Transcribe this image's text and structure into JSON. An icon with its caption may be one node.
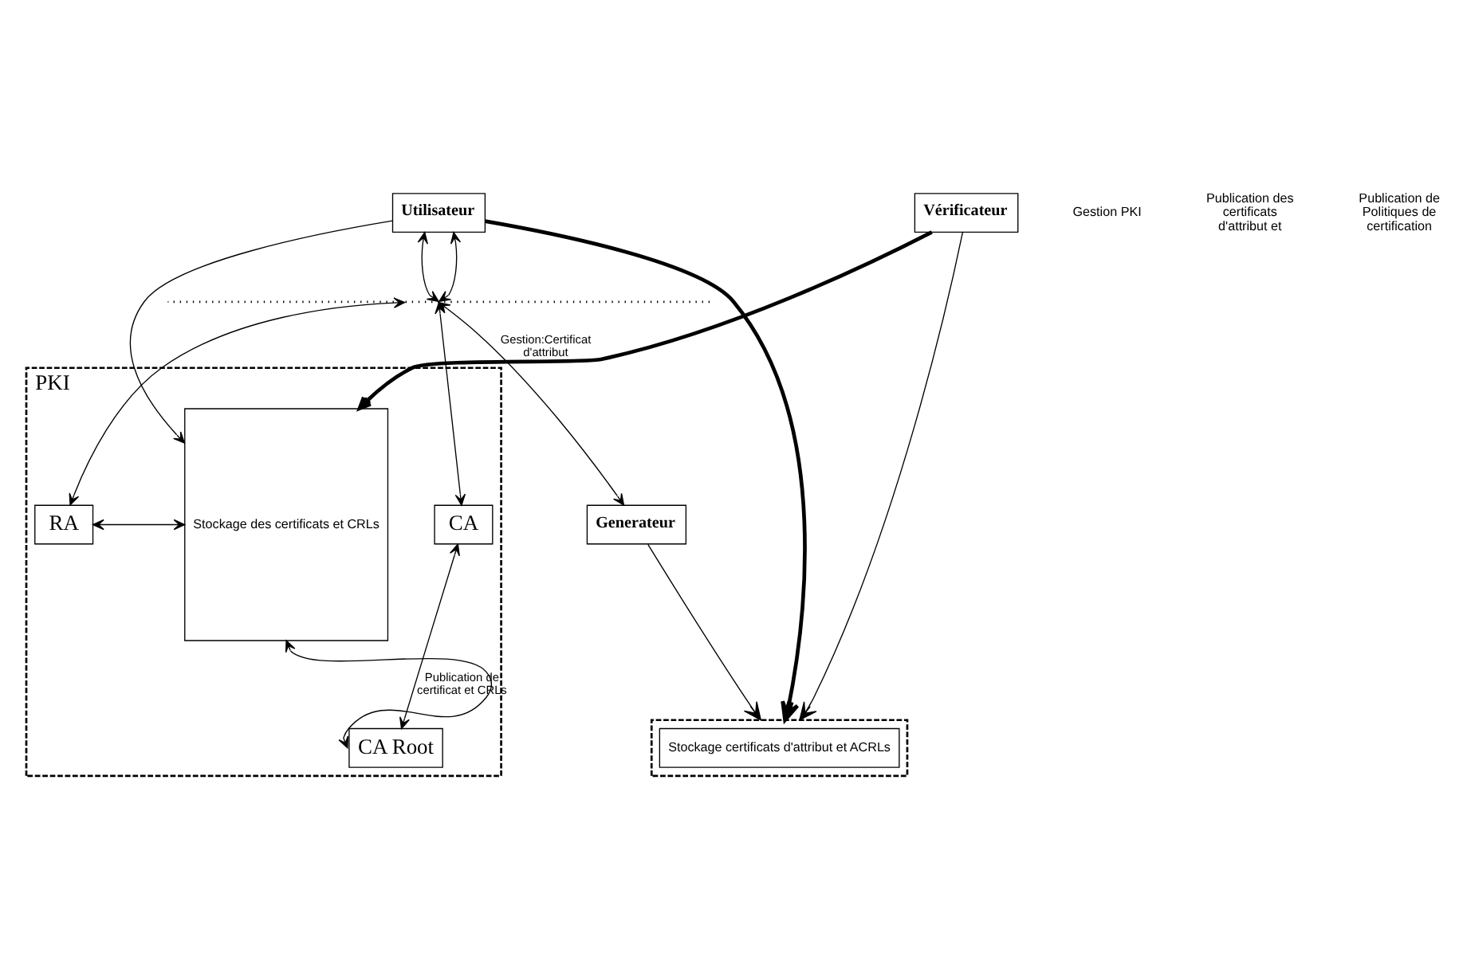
{
  "diagram": {
    "nodes": [
      {
        "text": [
          "PKI"
        ]
      },
      {
        "text": [
          "Stockage des certificats et CRLs"
        ],
        "in": 0
      },
      {
        "text": [
          "Utilisateur"
        ]
      },
      {
        "text": [
          "Vérificateur"
        ]
      },
      {
        "text": [],
        "shape": "box"
      },
      {
        "text": [
          "Stockage certificats d'attribut et ACRLs"
        ],
        "in": 4
      },
      {
        "text": [],
        "shape": "bar"
      },
      {
        "text": [
          "RA"
        ],
        "in": 0
      },
      {
        "text": [
          "CA"
        ],
        "in": 0
      },
      {
        "text": [
          "Generateur"
        ]
      },
      {
        "text": [
          "CA Root"
        ],
        "in": 0
      }
    ],
    "edges": [
      {
        "from": 2,
        "to": 1,
        "arrow": "to"
      },
      {
        "from": 3,
        "to": 4,
        "arrow": "to"
      },
      {
        "from": 3,
        "to": 1,
        "arrow": "to",
        "style": "thick"
      },
      {
        "from": 2,
        "to": 4,
        "arrow": "to",
        "style": "thick"
      },
      {
        "from": 2,
        "to": 6,
        "arrow": "both"
      },
      {
        "from": 2,
        "to": 6,
        "arrow": "both"
      },
      {
        "from": 6,
        "to": 7,
        "arrow": "both"
      },
      {
        "from": 6,
        "to": 8,
        "arrow": "both"
      },
      {
        "from": 6,
        "to": 9,
        "arrow": "both",
        "label": "Gestion:Certificat d'attribut"
      },
      {
        "from": 1,
        "to": 7,
        "arrow": "both"
      },
      {
        "from": 8,
        "to": 10,
        "arrow": "both",
        "label": "Publication de certificat et CRLs"
      },
      {
        "from": 1,
        "to": 10,
        "arrow": "both"
      },
      {
        "from": 9,
        "to": 4,
        "arrow": "to"
      }
    ],
    "labels": [
      "Gestion PKI",
      "Publication des certificats d'attribut et",
      "Publication de Politiques de certification"
    ]
  }
}
